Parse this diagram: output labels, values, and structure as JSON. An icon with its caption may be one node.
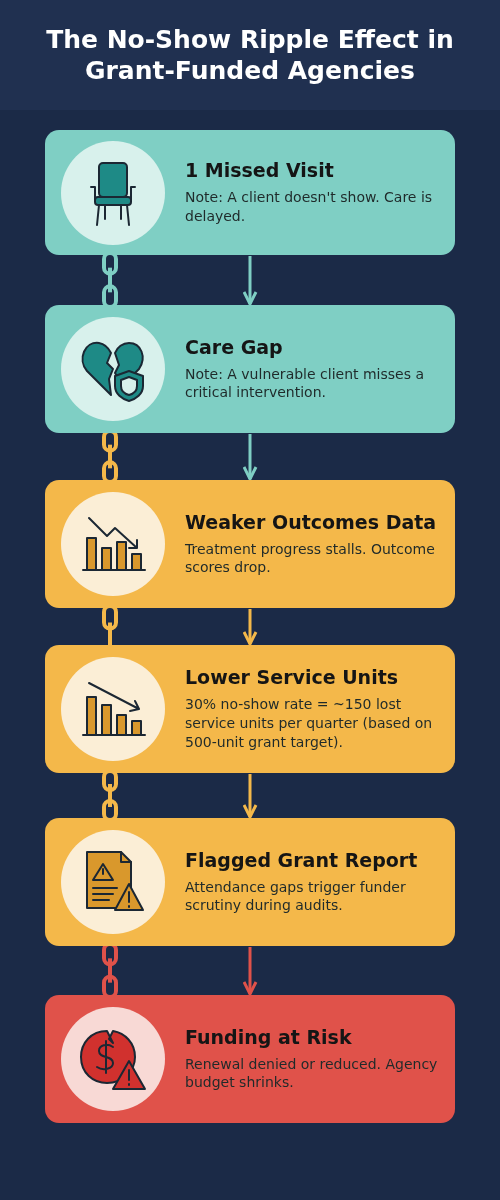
{
  "diagram": {
    "title": "The No-Show Ripple Effect in Grant-Funded Agencies",
    "nodes": [
      {
        "text": [
          "1 Missed Visit",
          "Note: A client doesn't show. Care is delayed."
        ]
      },
      {
        "text": [
          "Care Gap",
          "Note: A vulnerable client misses a critical intervention."
        ]
      },
      {
        "text": [
          "Weaker Outcomes Data",
          "Treatment progress stalls. Outcome scores drop."
        ]
      },
      {
        "text": [
          "Lower Service Units",
          "30% no-show rate = ~150 lost service units per quarter (based on 500-unit grant target)."
        ]
      },
      {
        "text": [
          "Flagged Grant Report",
          "Attendance gaps trigger funder scrutiny during audits."
        ]
      },
      {
        "text": [
          "Funding at Risk",
          "Renewal denied or reduced. Agency budget shrinks."
        ]
      }
    ],
    "edges": [
      {
        "from": 0,
        "to": 1,
        "arrow": "to",
        "color": "#7fcfc4"
      },
      {
        "from": 1,
        "to": 2,
        "arrow": "to",
        "color": "#7fcfc4"
      },
      {
        "from": 2,
        "to": 3,
        "arrow": "to",
        "color": "#f4b84a"
      },
      {
        "from": 3,
        "to": 4,
        "arrow": "to",
        "color": "#f4b84a"
      },
      {
        "from": 4,
        "to": 5,
        "arrow": "to",
        "color": "#e0524a"
      }
    ]
  }
}
